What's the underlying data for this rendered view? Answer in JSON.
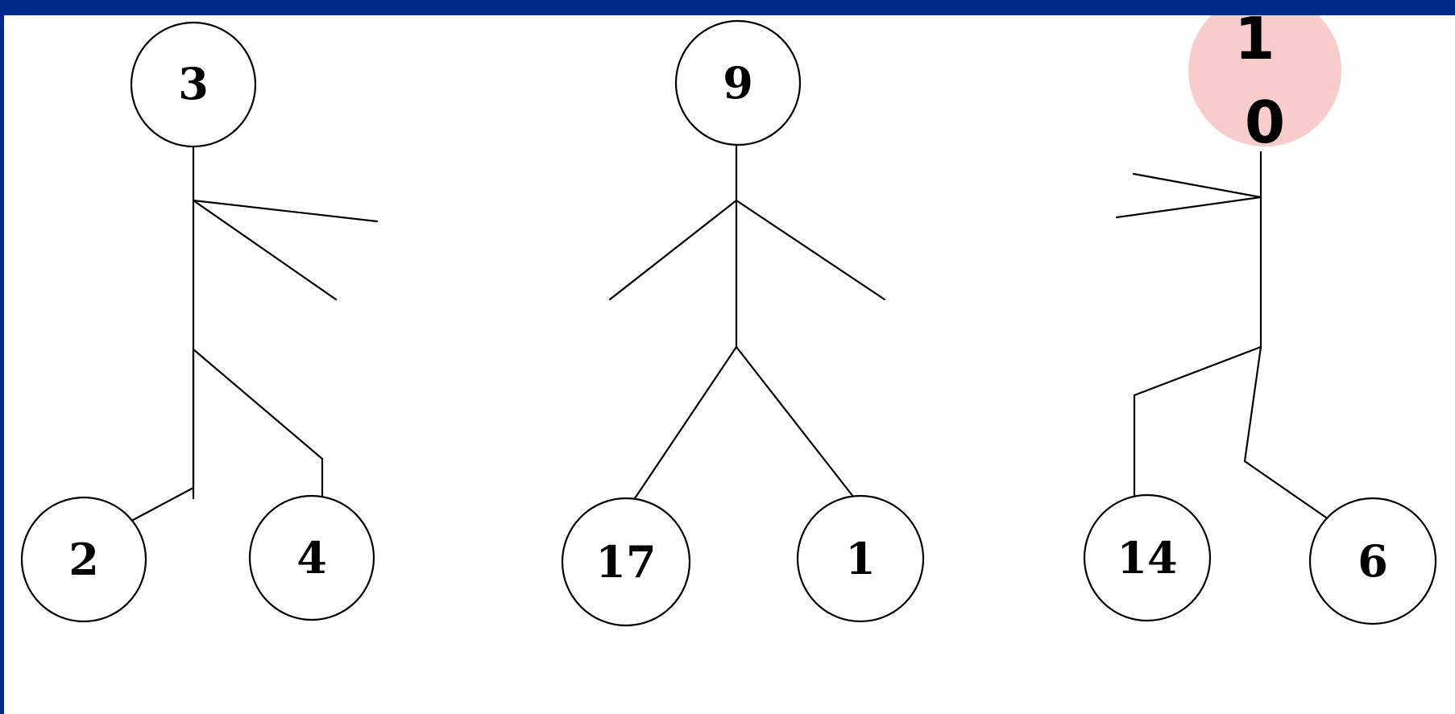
{
  "figures": [
    {
      "head": "3",
      "feet": [
        "2",
        "4"
      ]
    },
    {
      "head": "9",
      "feet": [
        "17",
        "1"
      ]
    },
    {
      "head": "1\n0",
      "head_lines": [
        "1",
        "0"
      ],
      "head_highlight": "#f9cccc",
      "feet": [
        "14",
        "6"
      ]
    }
  ],
  "colors": {
    "frame_border": "#002a8a",
    "background": "#ffffff",
    "ink": "#000000",
    "highlight": "#f9cccc"
  }
}
